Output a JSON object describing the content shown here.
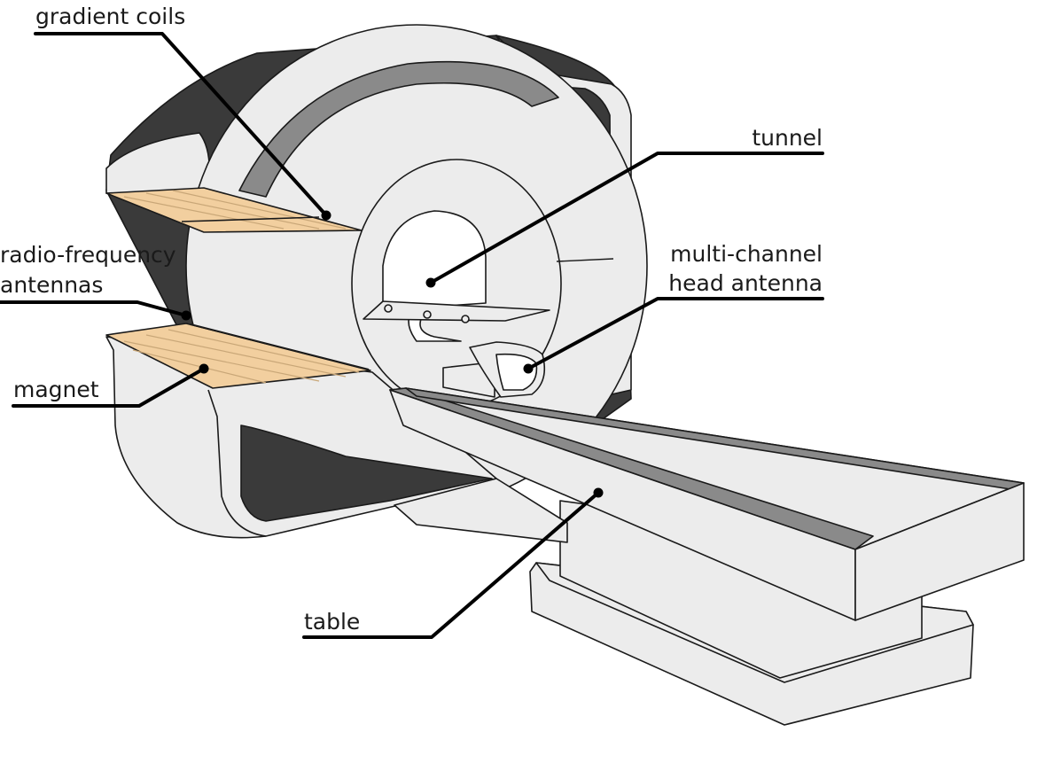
{
  "diagram": {
    "labels": {
      "gradient_coils": "gradient coils",
      "radio_frequency_1": "radio-frequency",
      "radio_frequency_2": "antennas",
      "magnet": "magnet",
      "tunnel": "tunnel",
      "head_antenna_1": "multi-channel",
      "head_antenna_2": "head antenna",
      "table": "table"
    },
    "colors": {
      "housing": "#ececec",
      "housing_dark": "#3a3a3a",
      "ring": "#8a8a8a",
      "wood": "#f2cf9f",
      "wood_line": "#c9a778",
      "outline": "#1a1a1a",
      "leader": "#000000"
    }
  }
}
